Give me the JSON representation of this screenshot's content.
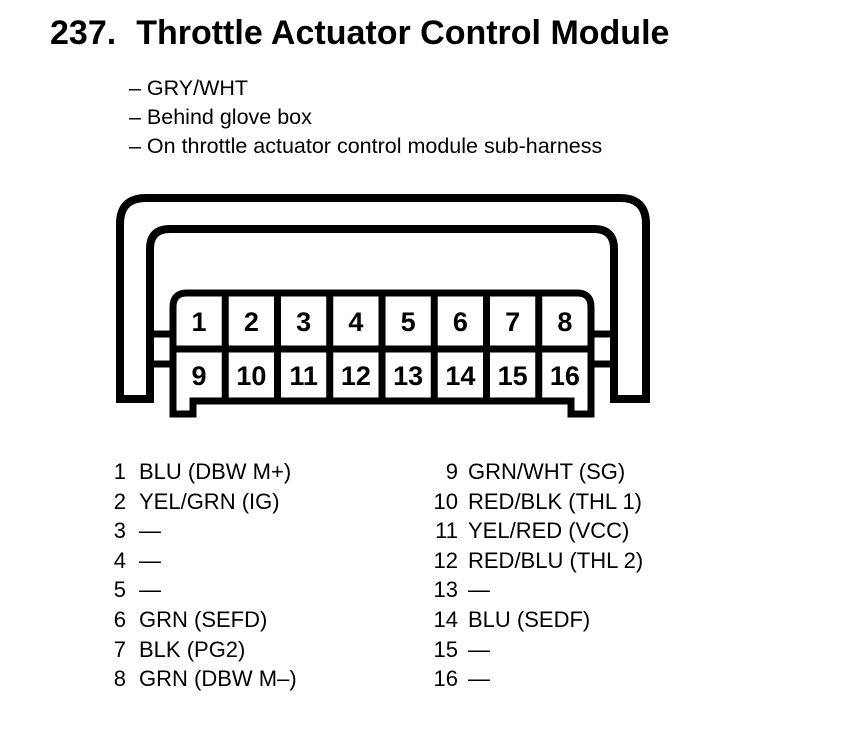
{
  "title": {
    "number": "237.",
    "text": "Throttle Actuator Control Module"
  },
  "notes": [
    "– GRY/WHT",
    "– Behind glove box",
    "– On throttle actuator control module sub-harness"
  ],
  "connector": {
    "top_row": [
      "1",
      "2",
      "3",
      "4",
      "5",
      "6",
      "7",
      "8"
    ],
    "bottom_row": [
      "9",
      "10",
      "11",
      "12",
      "13",
      "14",
      "15",
      "16"
    ]
  },
  "legend": {
    "left": [
      {
        "num": "1",
        "label": "BLU (DBW M+)"
      },
      {
        "num": "2",
        "label": "YEL/GRN (IG)"
      },
      {
        "num": "3",
        "label": "—"
      },
      {
        "num": "4",
        "label": "—"
      },
      {
        "num": "5",
        "label": "—"
      },
      {
        "num": "6",
        "label": "GRN (SEFD)"
      },
      {
        "num": "7",
        "label": "BLK (PG2)"
      },
      {
        "num": "8",
        "label": "GRN (DBW M–)"
      }
    ],
    "right": [
      {
        "num": "9",
        "label": "GRN/WHT (SG)"
      },
      {
        "num": "10",
        "label": "RED/BLK (THL 1)"
      },
      {
        "num": "11",
        "label": "YEL/RED (VCC)"
      },
      {
        "num": "12",
        "label": "RED/BLU (THL 2)"
      },
      {
        "num": "13",
        "label": "—"
      },
      {
        "num": "14",
        "label": "BLU (SEDF)"
      },
      {
        "num": "15",
        "label": "—"
      },
      {
        "num": "16",
        "label": "—"
      }
    ]
  },
  "colors": {
    "ink": "#000000",
    "paper": "#ffffff"
  }
}
